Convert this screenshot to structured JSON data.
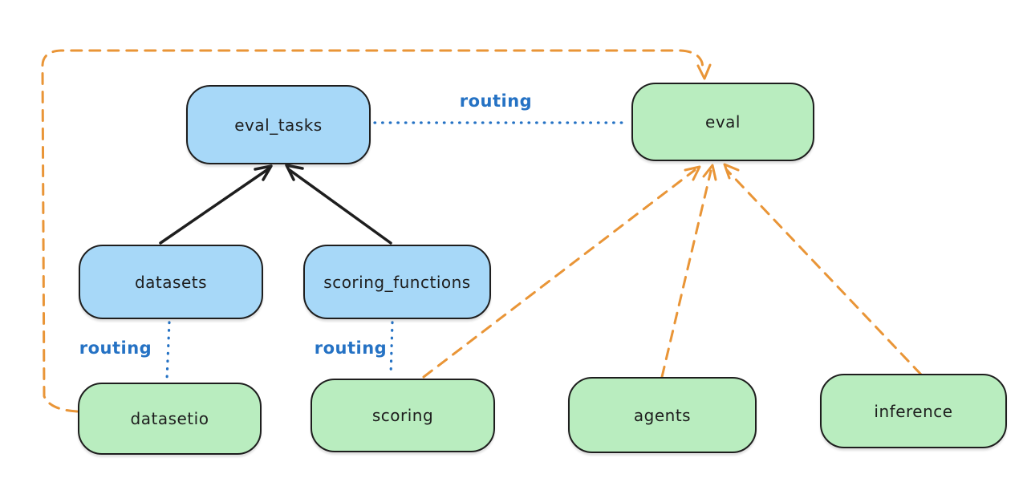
{
  "nodes": [
    {
      "id": "eval_tasks",
      "label": "eval_tasks",
      "kind": "blue"
    },
    {
      "id": "eval",
      "label": "eval",
      "kind": "green"
    },
    {
      "id": "datasets",
      "label": "datasets",
      "kind": "blue"
    },
    {
      "id": "scoring_functions",
      "label": "scoring_functions",
      "kind": "blue"
    },
    {
      "id": "datasetio",
      "label": "datasetio",
      "kind": "green"
    },
    {
      "id": "scoring",
      "label": "scoring",
      "kind": "green"
    },
    {
      "id": "agents",
      "label": "agents",
      "kind": "green"
    },
    {
      "id": "inference",
      "label": "inference",
      "kind": "green"
    }
  ],
  "edges": [
    {
      "from": "datasets",
      "to": "eval_tasks",
      "style": "solid-arrow",
      "color": "#1e1e1e",
      "label": ""
    },
    {
      "from": "scoring_functions",
      "to": "eval_tasks",
      "style": "solid-arrow",
      "color": "#1e1e1e",
      "label": ""
    },
    {
      "from": "eval_tasks",
      "to": "eval",
      "style": "dotted",
      "color": "#2572c4",
      "label": "routing"
    },
    {
      "from": "datasets",
      "to": "datasetio",
      "style": "dotted",
      "color": "#2572c4",
      "label": "routing"
    },
    {
      "from": "scoring_functions",
      "to": "scoring",
      "style": "dotted",
      "color": "#2572c4",
      "label": "routing"
    },
    {
      "from": "datasetio",
      "to": "eval",
      "style": "dashed-arrow",
      "color": "#e99537",
      "label": ""
    },
    {
      "from": "scoring",
      "to": "eval",
      "style": "dashed-arrow",
      "color": "#e99537",
      "label": ""
    },
    {
      "from": "agents",
      "to": "eval",
      "style": "dashed-arrow",
      "color": "#e99537",
      "label": ""
    },
    {
      "from": "inference",
      "to": "eval",
      "style": "dashed-arrow",
      "color": "#e99537",
      "label": ""
    }
  ],
  "colors": {
    "background": "#ffffff",
    "node_blue_fill": "#a7d8f8",
    "node_green_fill": "#b9edbf",
    "node_border": "#1e1e1e",
    "routing_blue": "#2572c4",
    "arrow_orange": "#e99537",
    "arrow_black": "#1e1e1e"
  }
}
